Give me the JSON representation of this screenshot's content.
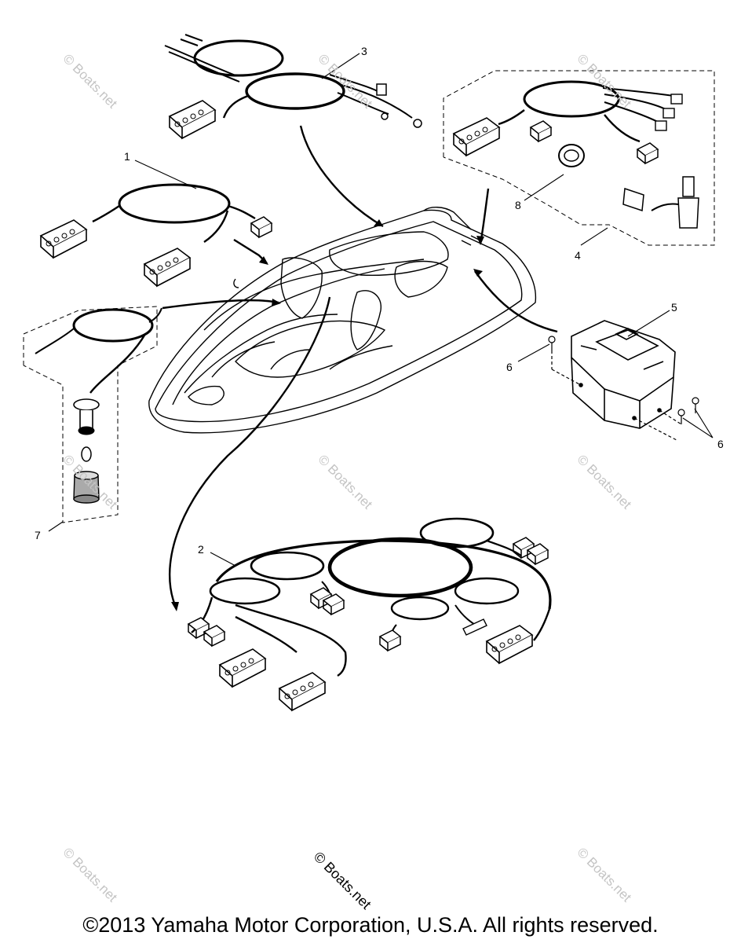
{
  "callouts": [
    "1",
    "2",
    "3",
    "4",
    "5",
    "6",
    "7",
    "8"
  ],
  "watermark": "© Boats.net",
  "copyright": "©2013 Yamaha Motor Corporation, U.S.A. All rights reserved."
}
